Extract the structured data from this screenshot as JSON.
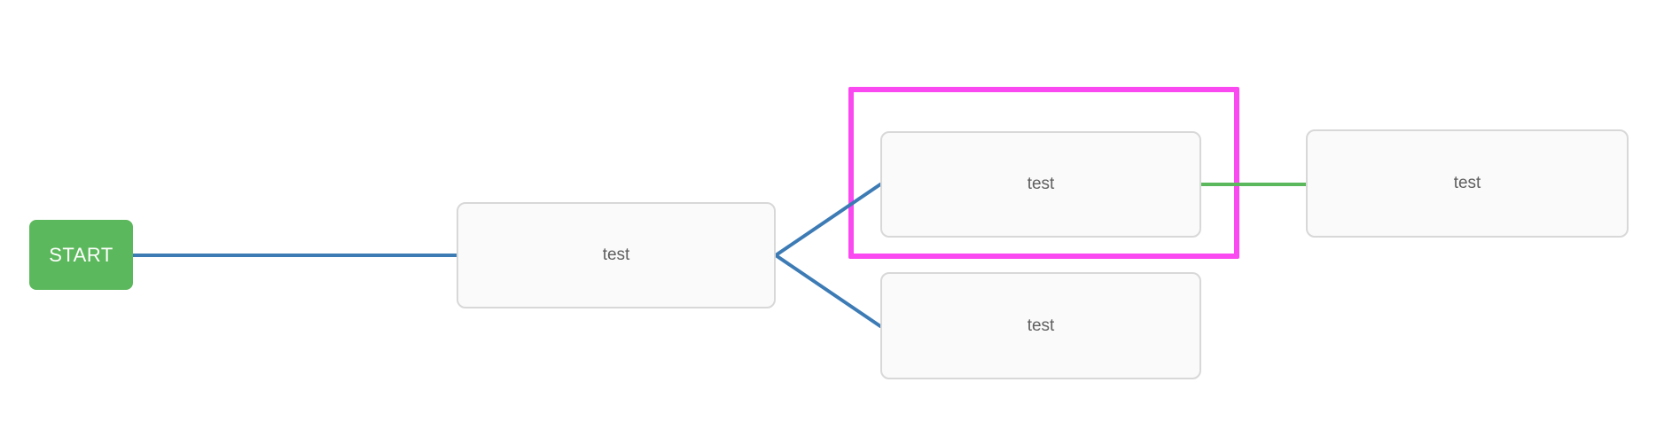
{
  "canvas": {
    "background": "#ffffff"
  },
  "start_node": {
    "label": "START",
    "color": "#5cb85c",
    "text_color": "#ffffff"
  },
  "node_style": {
    "background": "#fafafa",
    "border_color": "#d8d8d8",
    "text_color": "#5f5f5f"
  },
  "nodes": [
    {
      "id": "task-1",
      "label": "test"
    },
    {
      "id": "task-2",
      "label": "test"
    },
    {
      "id": "task-3",
      "label": "test"
    },
    {
      "id": "task-4",
      "label": "test"
    }
  ],
  "selection": {
    "selected_node": "task-2",
    "color": "#fb49f2"
  },
  "connectors": [
    {
      "from": "start",
      "to": "task-1",
      "color": "#3d7bb5"
    },
    {
      "from": "task-1",
      "to": "task-2",
      "color": "#3d7bb5"
    },
    {
      "from": "task-1",
      "to": "task-4",
      "color": "#3d7bb5"
    },
    {
      "from": "task-2",
      "to": "task-3",
      "color": "#5cb85c"
    }
  ]
}
